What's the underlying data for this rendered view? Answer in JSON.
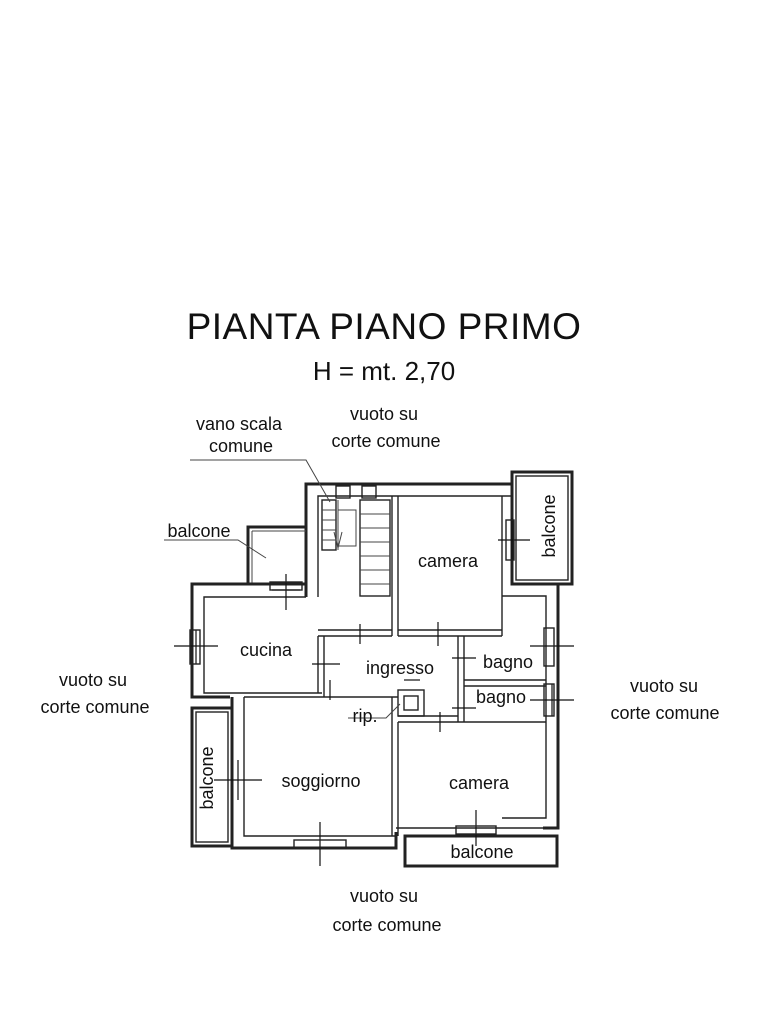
{
  "title": "PIANTA PIANO PRIMO",
  "subtitle": "H = mt. 2,70",
  "labels": {
    "vano_scala_line1": "vano scala",
    "vano_scala_line2": "comune",
    "vuoto_line1": "vuoto su",
    "vuoto_line2": "corte comune",
    "balcone": "balcone",
    "camera": "camera",
    "cucina": "cucina",
    "ingresso": "ingresso",
    "bagno": "bagno",
    "rip": "rip.",
    "soggiorno": "soggiorno"
  }
}
